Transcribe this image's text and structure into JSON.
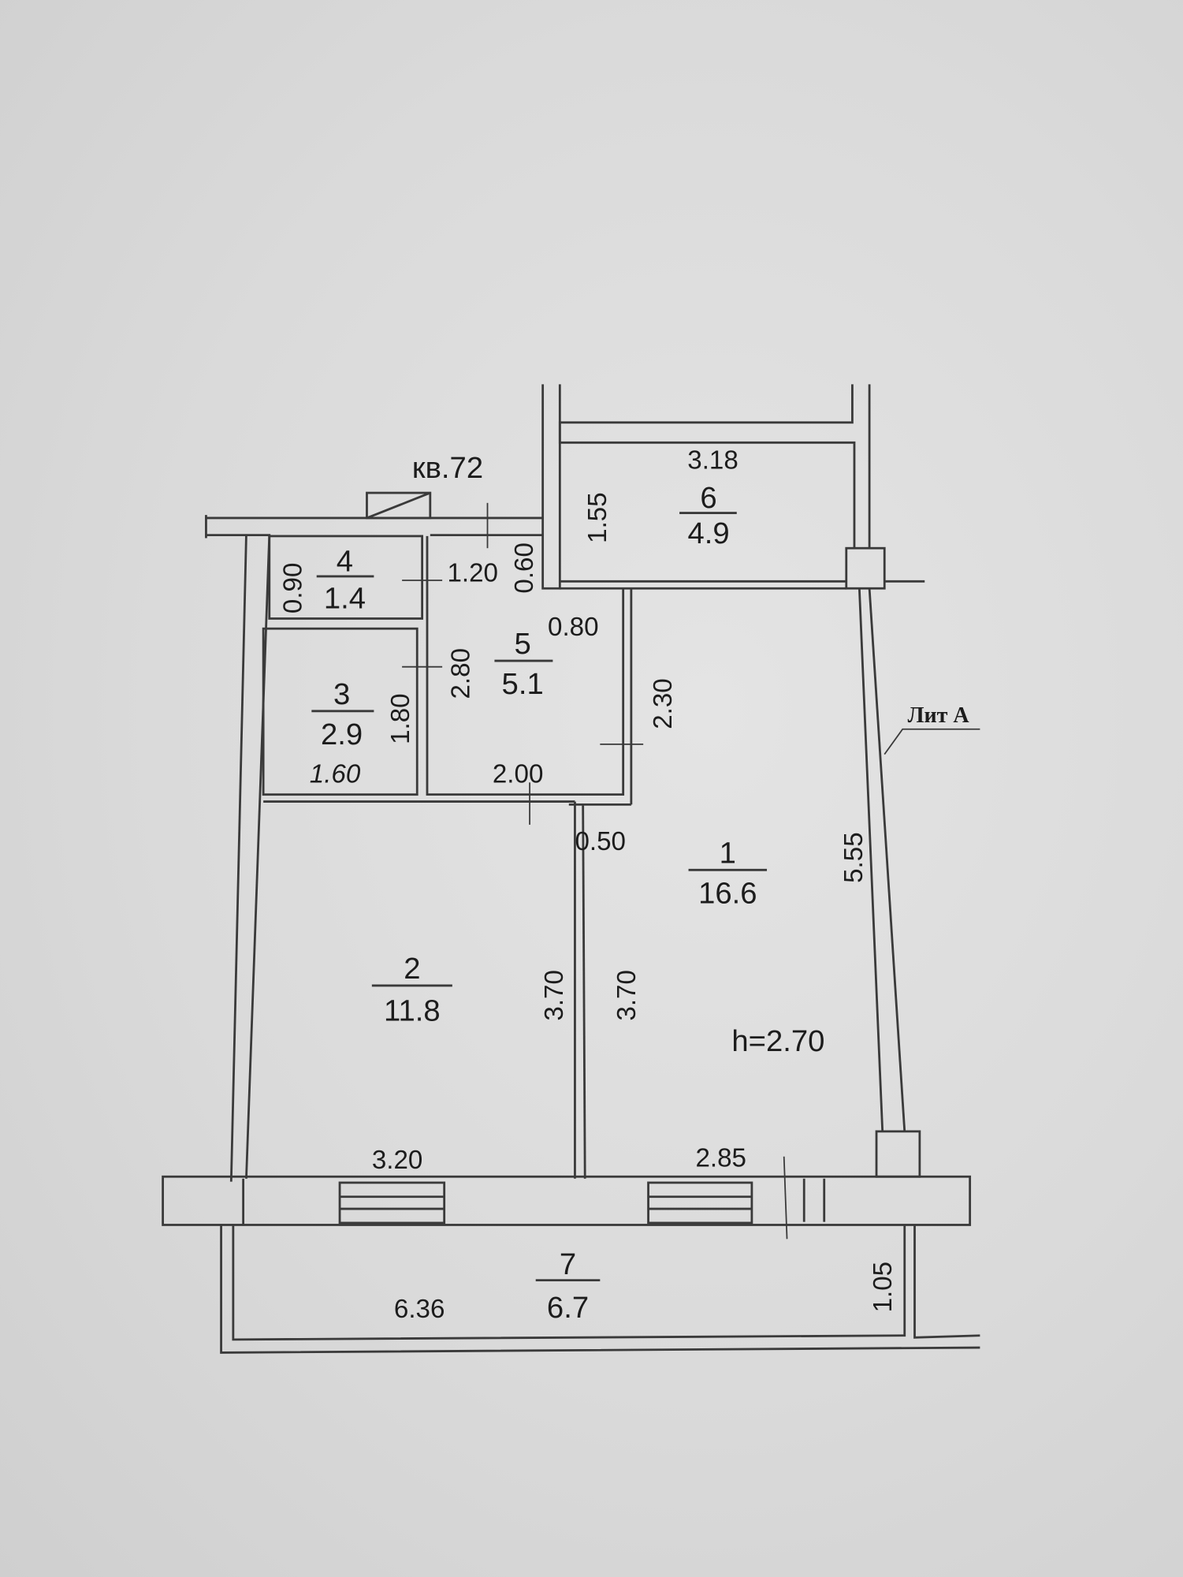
{
  "title": "кв.72",
  "lit_label": "Лит А",
  "ceiling_height": "h=2.70",
  "rooms": [
    {
      "number": "1",
      "area": "16.6"
    },
    {
      "number": "2",
      "area": "11.8"
    },
    {
      "number": "3",
      "area": "2.9"
    },
    {
      "number": "4",
      "area": "1.4"
    },
    {
      "number": "5",
      "area": "5.1"
    },
    {
      "number": "6",
      "area": "4.9"
    },
    {
      "number": "7",
      "area": "6.7"
    }
  ],
  "dimensions": {
    "r6_width": "3.18",
    "r6_depth": "1.55",
    "r4_height": "0.90",
    "r4_width": "1.20",
    "door_060": "0.60",
    "r5_080": "0.80",
    "r5_height": "2.80",
    "r5_width": "2.00",
    "r3_height": "1.80",
    "r3_width": "1.60",
    "r1_230": "2.30",
    "r1_050": "0.50",
    "r1_height": "5.55",
    "r1_370": "3.70",
    "r1_width": "2.85",
    "r2_370": "3.70",
    "r2_width": "3.20",
    "r7_width": "6.36",
    "r7_depth": "1.05"
  }
}
